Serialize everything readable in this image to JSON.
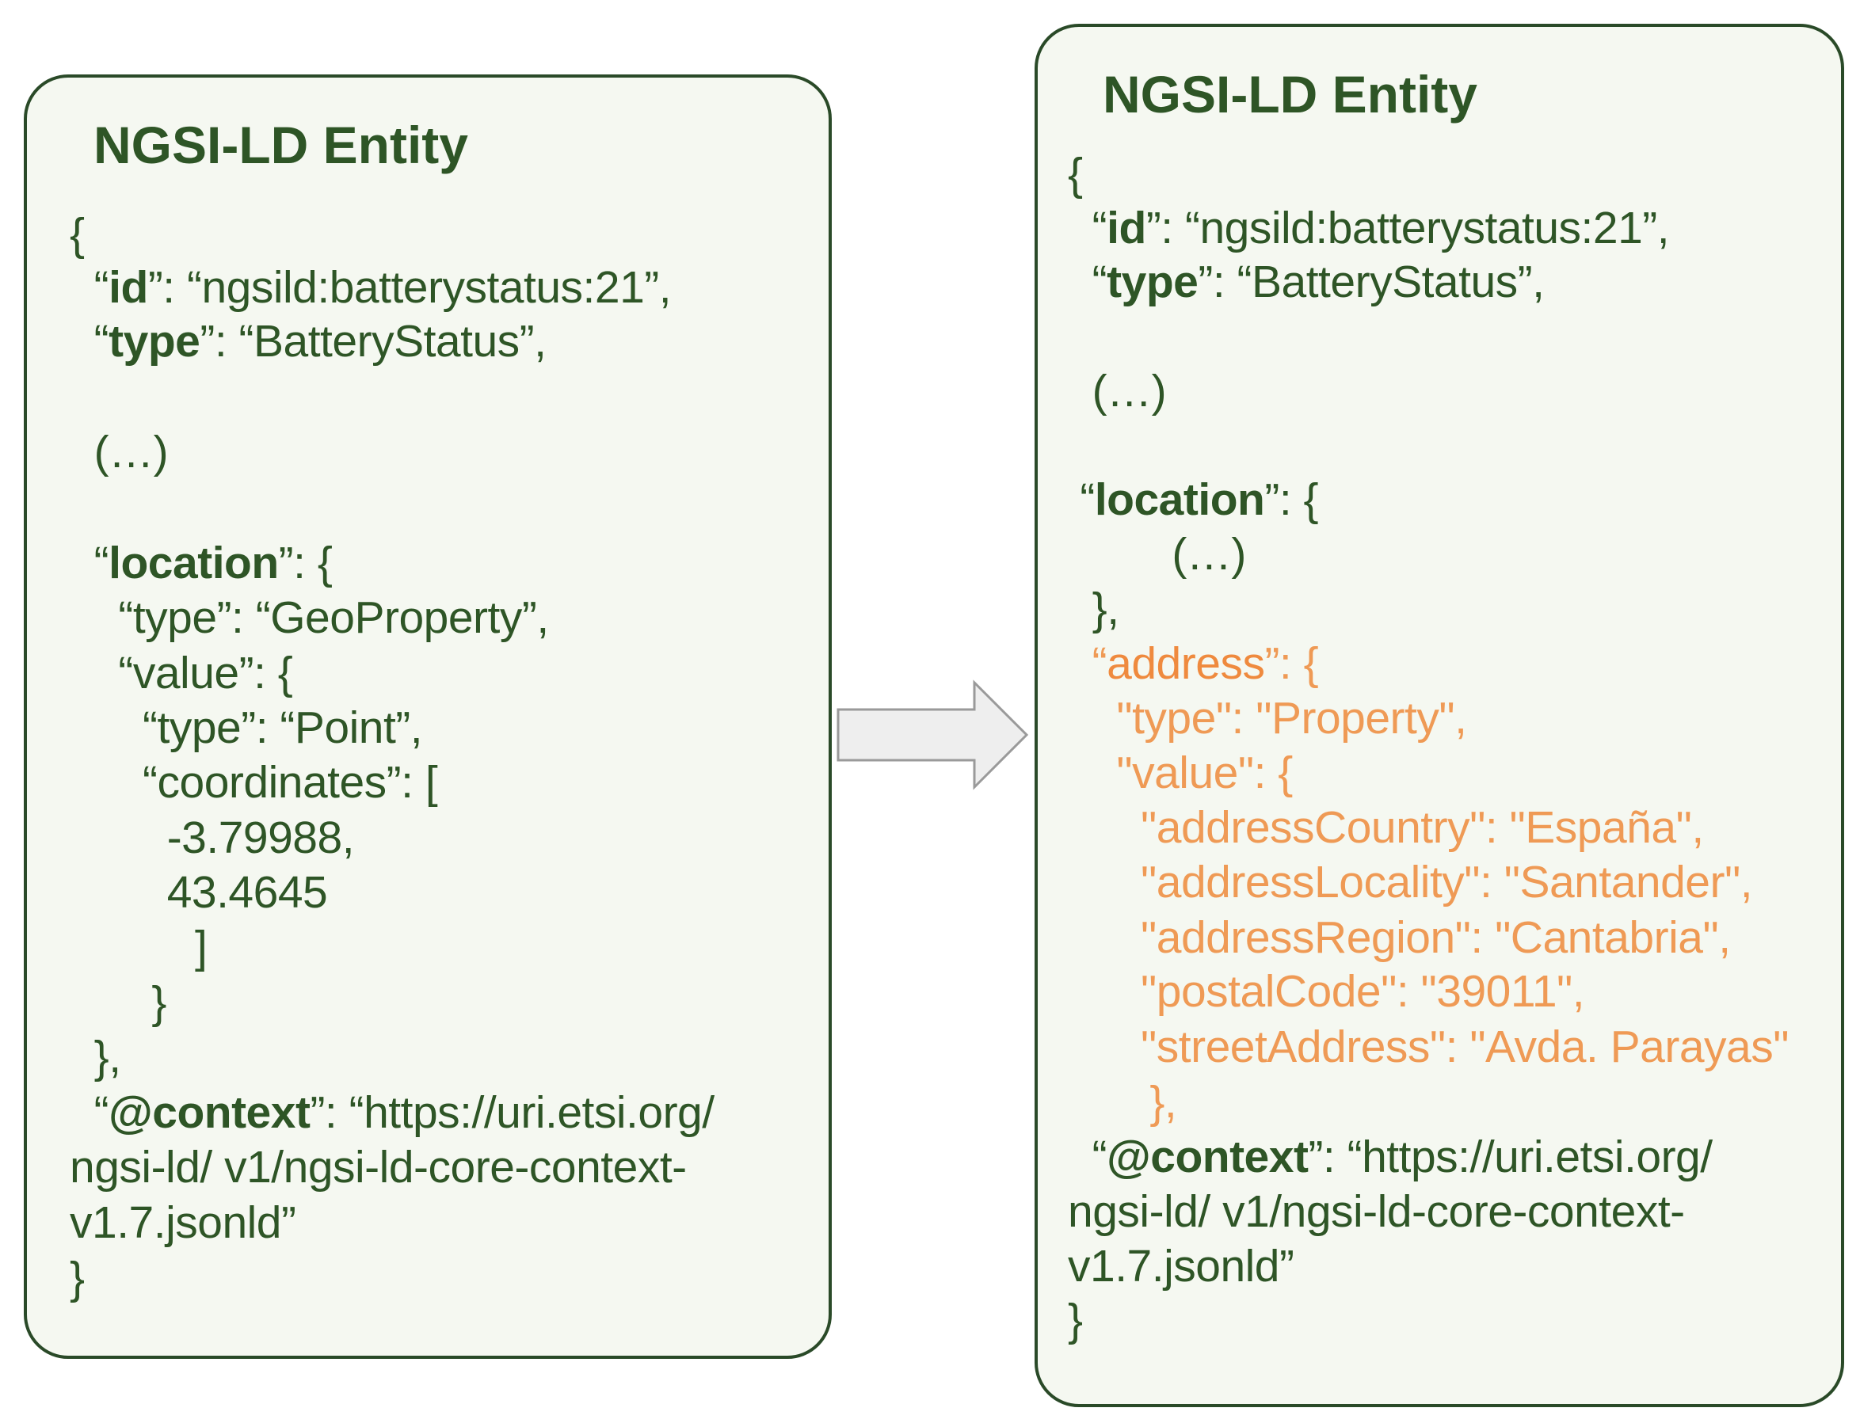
{
  "colors": {
    "card_background": "#f5f8f1",
    "card_border": "#2a4a28",
    "text_green": "#2e5526",
    "text_orange": "#ef9a55",
    "arrow_fill": "#eeeeee",
    "arrow_stroke": "#9a9a9a"
  },
  "left_card": {
    "title": "NGSI-LD Entity",
    "lines": [
      {
        "pre": "{",
        "key": "",
        "post": ""
      },
      {
        "pre": "  “",
        "key": "id",
        "post": "”: “ngsild:batterystatus:21”,"
      },
      {
        "pre": "  “",
        "key": "type",
        "post": "”: “BatteryStatus”,"
      },
      {
        "pre": "  (…)",
        "key": "",
        "post": ""
      },
      {
        "pre": "  “",
        "key": "location",
        "post": "”: {"
      },
      {
        "pre": "    “type”: “GeoProperty”,",
        "key": "",
        "post": ""
      },
      {
        "pre": "    “value”: {",
        "key": "",
        "post": ""
      },
      {
        "pre": "      “type”: “Point”,",
        "key": "",
        "post": ""
      },
      {
        "pre": "      “coordinates”: [",
        "key": "",
        "post": ""
      },
      {
        "pre": "        -3.79988,",
        "key": "",
        "post": ""
      },
      {
        "pre": "        43.4645",
        "key": "",
        "post": ""
      },
      {
        "pre": "      ]",
        "key": "",
        "post": ""
      },
      {
        "pre": "    }",
        "key": "",
        "post": ""
      },
      {
        "pre": "  },",
        "key": "",
        "post": ""
      },
      {
        "pre": "  “",
        "key": "@context",
        "post": "”: “https://uri.etsi.org/"
      },
      {
        "pre": "ngsi-ld/ v1/ngsi-ld-core-context-",
        "key": "",
        "post": ""
      },
      {
        "pre": "v1.7.jsonld”",
        "key": "",
        "post": ""
      },
      {
        "pre": "}",
        "key": "",
        "post": ""
      }
    ]
  },
  "right_card": {
    "title": "NGSI-LD Entity",
    "lines": [
      {
        "pre": "{",
        "key": "",
        "post": ""
      },
      {
        "pre": "  “",
        "key": "id",
        "post": "”: “ngsild:batterystatus:21”,"
      },
      {
        "pre": "  “",
        "key": "type",
        "post": "”: “BatteryStatus”,"
      },
      {
        "pre": "  (…)",
        "key": "",
        "post": ""
      },
      {
        "pre": " “",
        "key": "location",
        "post": "”: {"
      },
      {
        "pre": "    (…)",
        "key": "",
        "post": ""
      },
      {
        "pre": "  },",
        "key": "",
        "post": ""
      },
      {
        "pre": "  “",
        "key": "address",
        "post": "”: {",
        "orange": true
      },
      {
        "pre": "    \"type\": \"Property\",",
        "key": "",
        "post": "",
        "orange": true
      },
      {
        "pre": "    \"value\": {",
        "key": "",
        "post": "",
        "orange": true
      },
      {
        "pre": "      \"addressCountry\": \"España\",",
        "key": "",
        "post": "",
        "orange": true
      },
      {
        "pre": "      \"addressLocality\": \"Santander\",",
        "key": "",
        "post": "",
        "orange": true
      },
      {
        "pre": "      \"addressRegion\": \"Cantabria\",",
        "key": "",
        "post": "",
        "orange": true
      },
      {
        "pre": "      \"postalCode\": \"39011\",",
        "key": "",
        "post": "",
        "orange": true
      },
      {
        "pre": "      \"streetAddress\": \"Avda. Parayas\"",
        "key": "",
        "post": "",
        "orange": true
      },
      {
        "pre": "    },",
        "key": "",
        "post": "",
        "orange": true
      },
      {
        "pre": "  “",
        "key": "@context",
        "post": "”: “https://uri.etsi.org/"
      },
      {
        "pre": "ngsi-ld/ v1/ngsi-ld-core-context-",
        "key": "",
        "post": ""
      },
      {
        "pre": "v1.7.jsonld”",
        "key": "",
        "post": ""
      },
      {
        "pre": "}",
        "key": "",
        "post": ""
      }
    ]
  }
}
